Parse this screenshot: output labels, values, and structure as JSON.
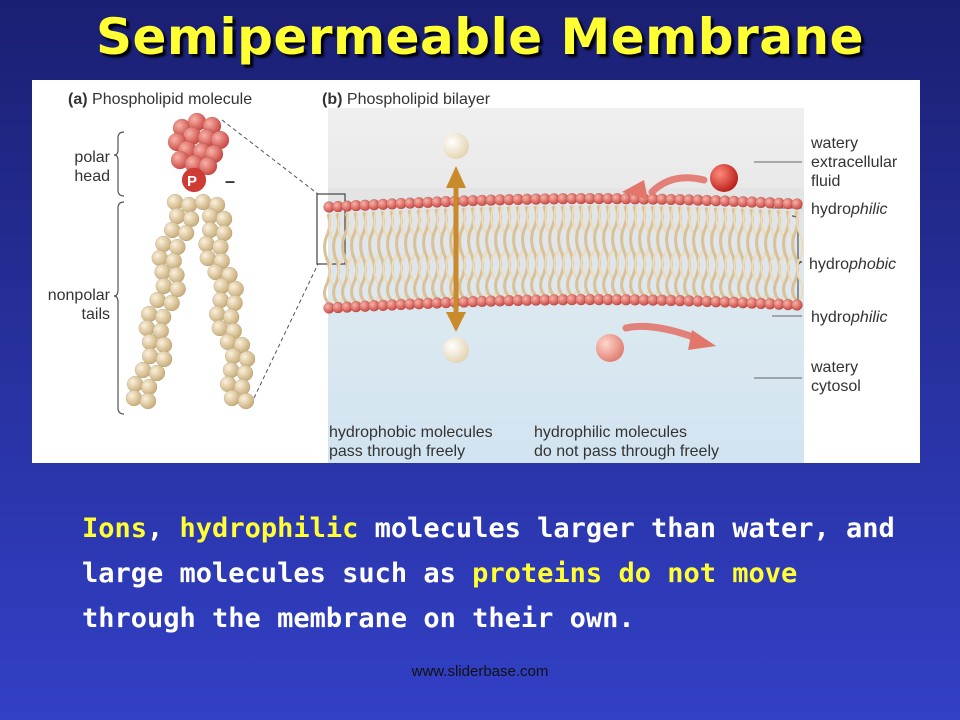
{
  "slide": {
    "title": "Semipermeable Membrane",
    "footer": "www.sliderbase.com"
  },
  "figure": {
    "panel_a_letter": "(a)",
    "panel_a_title": "Phospholipid molecule",
    "panel_b_letter": "(b)",
    "panel_b_title": "Phospholipid bilayer",
    "labels": {
      "polar_head_1": "polar",
      "polar_head_2": "head",
      "phosphate": "P",
      "charge": "–",
      "nonpolar_1": "nonpolar",
      "nonpolar_2": "tails",
      "extracellular_1": "watery",
      "extracellular_2": "extracellular",
      "extracellular_3": "fluid",
      "hydrophilic_top_1": "hydro",
      "hydrophilic_top_2": "philic",
      "hydrophobic_1": "hydro",
      "hydrophobic_2": "phobic",
      "hydrophilic_bottom_1": "hydro",
      "hydrophilic_bottom_2": "philic",
      "cytosol_1": "watery",
      "cytosol_2": "cytosol",
      "caption_left_1": "hydrophobic molecules",
      "caption_left_2": "pass through freely",
      "caption_right_1": "hydrophilic molecules",
      "caption_right_2": "do not pass through freely"
    },
    "colors": {
      "head": "#e06a6a",
      "tail": "#e8d2a4",
      "arrow_gold": "#c98a2b",
      "arrow_red": "#e2766b",
      "fluid": "#e6e6e6",
      "cytosol": "#d4e6f1"
    }
  },
  "body": {
    "part1": "Ions",
    "part2": ", ",
    "part3": "hydrophilic",
    "part4": " molecules larger than water, and large molecules such as ",
    "part5": "proteins",
    "part6": " ",
    "part7": "do not move",
    "part8": " through the membrane on their own."
  }
}
